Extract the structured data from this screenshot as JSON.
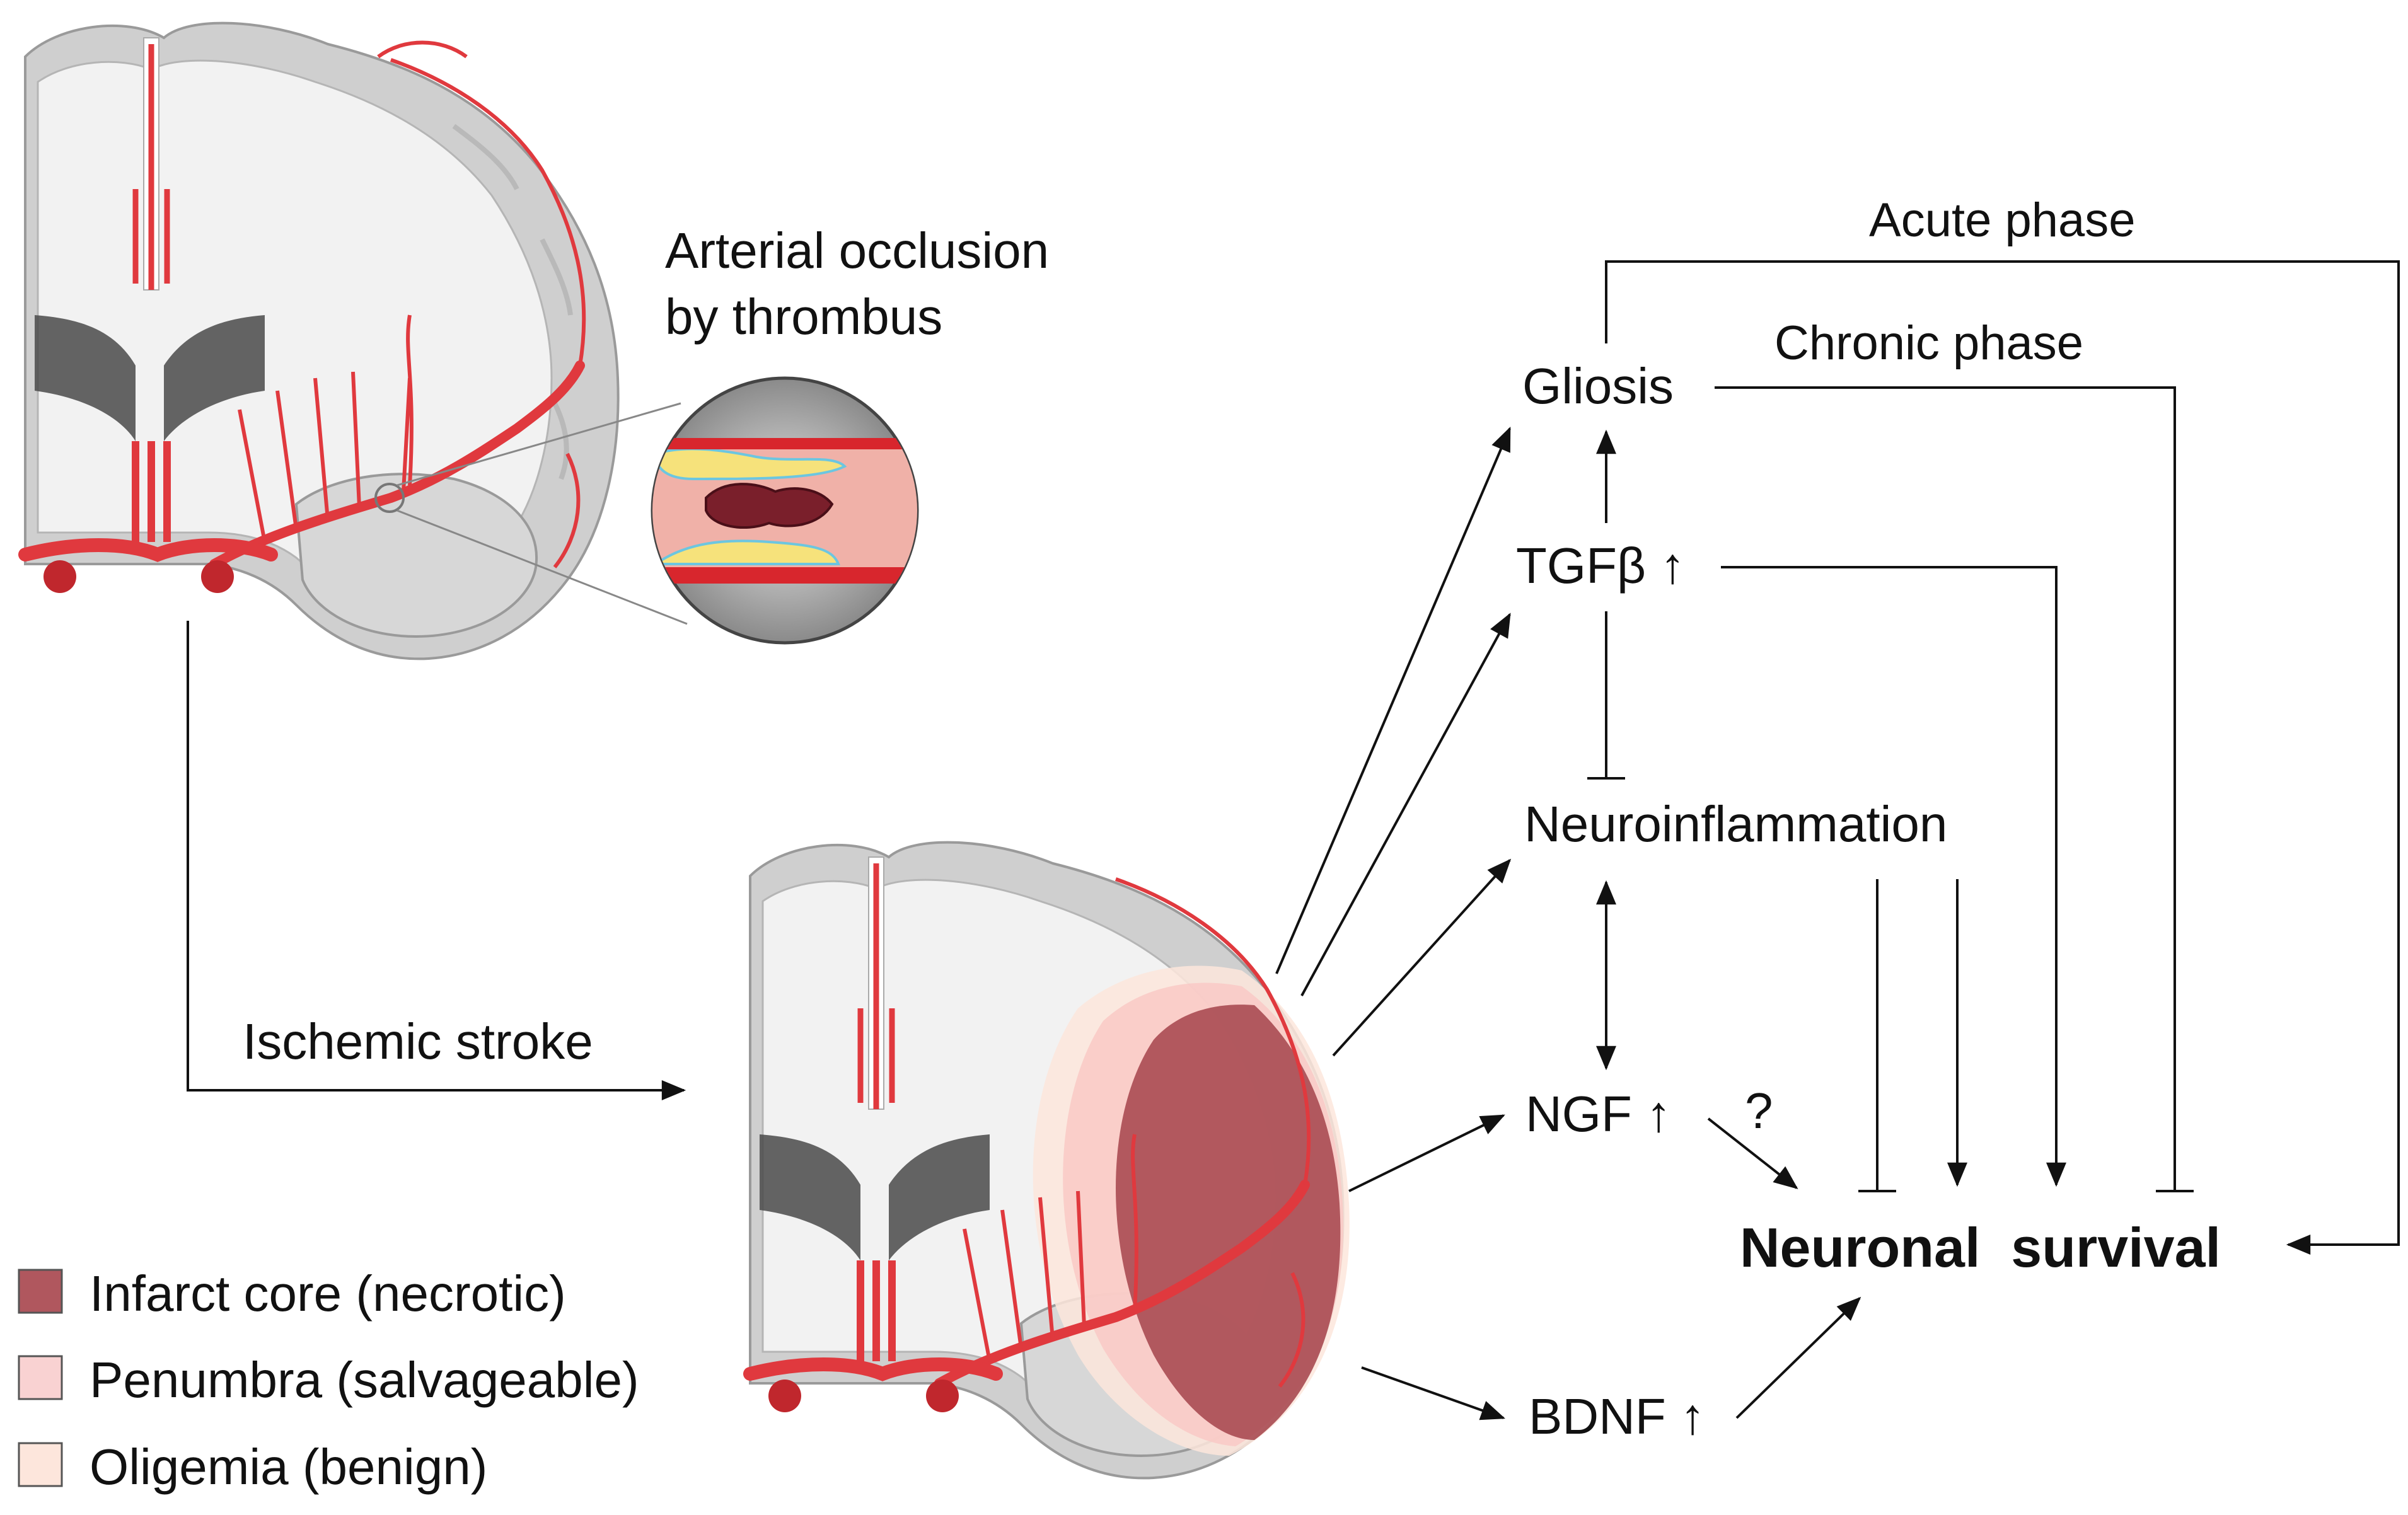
{
  "occlusion": {
    "line1": "Arterial occlusion",
    "line2": "by thrombus"
  },
  "stroke_label": "Ischemic stroke",
  "phases": {
    "acute": "Acute phase",
    "chronic": "Chronic phase"
  },
  "nodes": {
    "gliosis": "Gliosis",
    "tgfb": "TGFβ ↑",
    "neuroinflammation": "Neuroinflammation",
    "ngf": "NGF ↑",
    "question": "?",
    "bdnf": "BDNF ↑",
    "survival": "Neuronal  survival"
  },
  "legend": [
    {
      "label": "Infarct core (necrotic)",
      "color": "#b0575e"
    },
    {
      "label": "Penumbra (salvageable)",
      "color": "#f9d2d2"
    },
    {
      "label": "Oligemia (benign)",
      "color": "#fde6dc"
    }
  ],
  "colors": {
    "artery": "#e0393e",
    "infarct": "#9b2d35",
    "cortex": "#cfcfcf",
    "white_matter": "#f2f2f2"
  }
}
